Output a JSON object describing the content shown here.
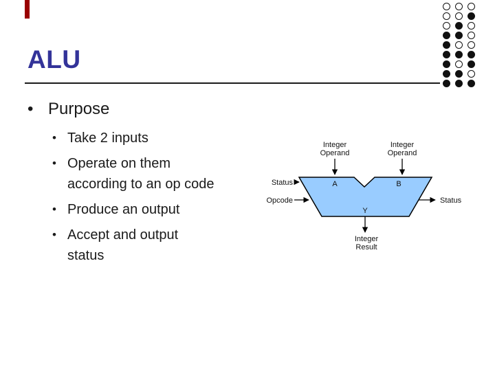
{
  "slide": {
    "title": "ALU",
    "bullets": {
      "marker": "•",
      "level1": "Purpose",
      "level2": [
        "Take 2 inputs",
        "Operate on them according to an op code",
        "Produce an output",
        "Accept and output status"
      ]
    }
  },
  "diagram": {
    "operand_left": {
      "line1": "Integer",
      "line2": "Operand"
    },
    "operand_right": {
      "line1": "Integer",
      "line2": "Operand"
    },
    "port_a": "A",
    "port_b": "B",
    "port_y": "Y",
    "status_left": "Status",
    "opcode": "Opcode",
    "status_right": "Status",
    "result": {
      "line1": "Integer",
      "line2": "Result"
    },
    "colors": {
      "alu_fill": "#99CCFF",
      "outline": "#000000"
    }
  },
  "decoration": {
    "title_color": "#333399",
    "accent_bar_color": "#990000",
    "circle_pattern": [
      [
        "o",
        "o",
        "o"
      ],
      [
        "o",
        "o",
        "f"
      ],
      [
        "o",
        "f",
        "o"
      ],
      [
        "f",
        "f",
        "o"
      ],
      [
        "f",
        "o",
        "o"
      ],
      [
        "f",
        "f",
        "f"
      ],
      [
        "f",
        "o",
        "f"
      ],
      [
        "f",
        "f",
        "o"
      ],
      [
        "f",
        "f",
        "f"
      ]
    ]
  }
}
